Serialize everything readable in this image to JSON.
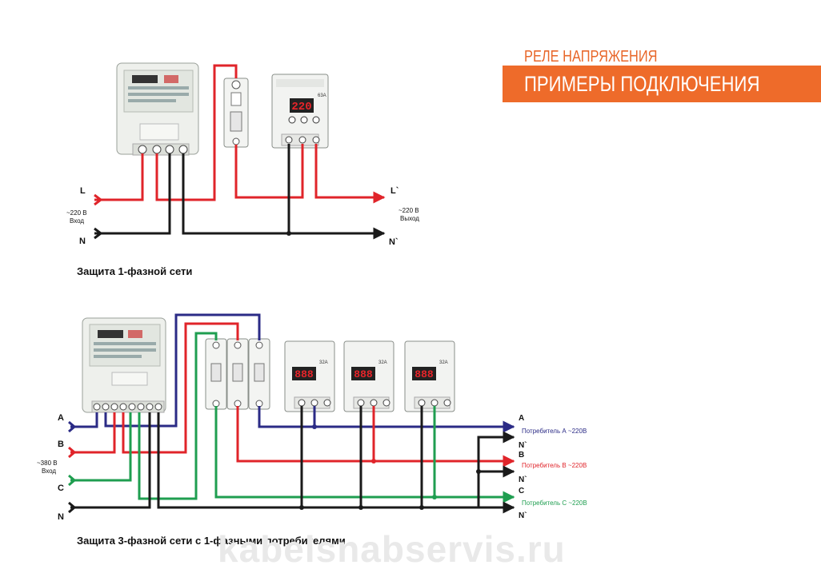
{
  "header": {
    "title": "РЕЛЕ НАПРЯЖЕНИЯ",
    "subtitle": "ПРИМЕРЫ ПОДКЛЮЧЕНИЯ"
  },
  "diagram1": {
    "caption": "Защита 1-фазной сети",
    "input_L": "L",
    "input_N": "N",
    "input_voltage": "~220 В",
    "input_word": "Вход",
    "output_L": "L`",
    "output_N": "N`",
    "output_voltage": "~220 В",
    "output_word": "Выход",
    "relay_display": "220",
    "relay_current": "63A"
  },
  "diagram2": {
    "caption": "Защита 3-фазной сети с 1-фазными потребителями",
    "input_A": "A",
    "input_B": "B",
    "input_C": "C",
    "input_N": "N",
    "input_voltage": "~380 В",
    "input_word": "Вход",
    "out_A": "A",
    "out_N1": "N`",
    "out_B": "B",
    "out_N2": "N`",
    "out_C": "C",
    "out_N3": "N`",
    "consumer_A": "Потребитель А  ~220В",
    "consumer_B": "Потребитель В  ~220В",
    "consumer_C": "Потребитель С  ~220В",
    "relay_display": "888",
    "relay_current": "32A"
  },
  "watermark": "kabelsnabservis.ru",
  "colors": {
    "phase_red": "#e0242a",
    "neutral": "#1a1a1a",
    "phase_blue": "#2b2b86",
    "phase_green": "#1f9e50",
    "accent_orange": "#ee6b2a",
    "display_red": "#d0141c"
  }
}
